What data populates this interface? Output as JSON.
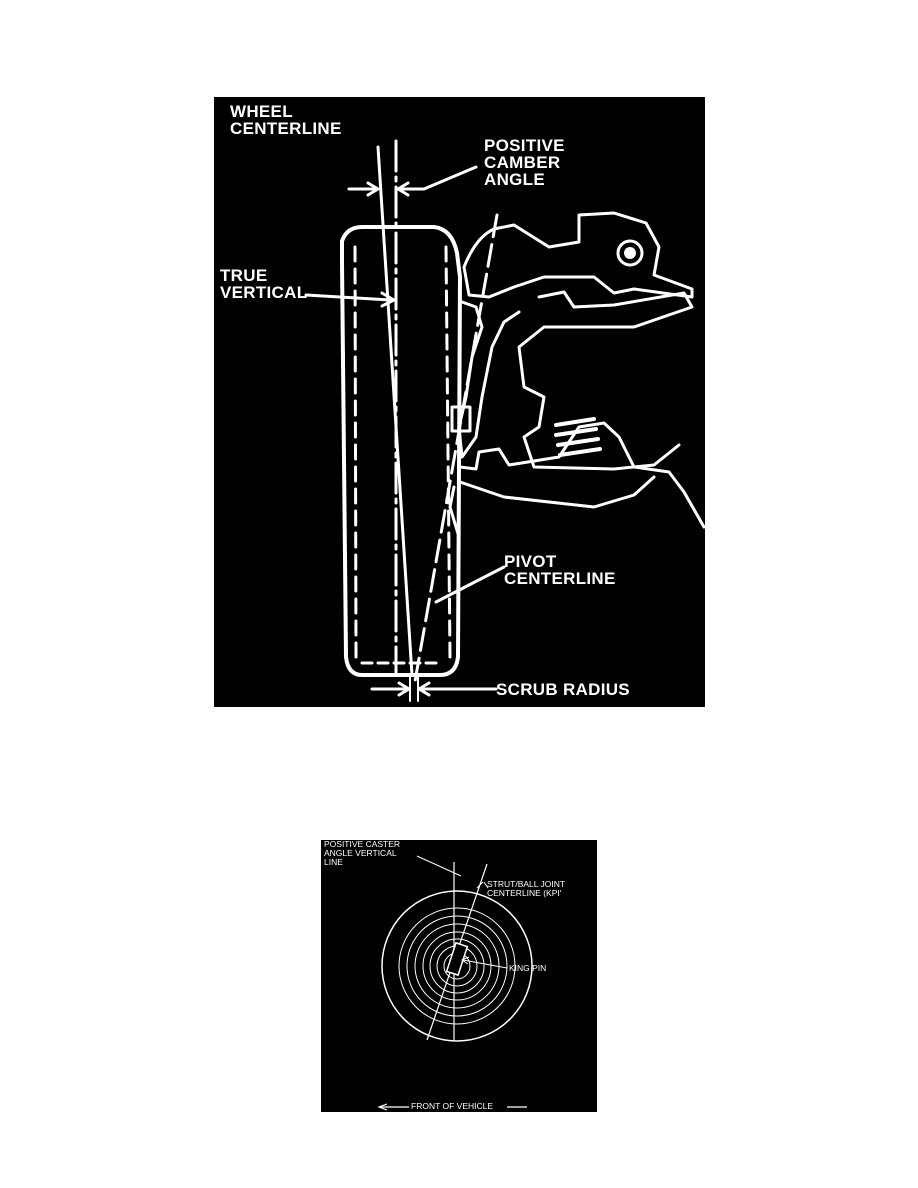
{
  "figure1": {
    "labels": {
      "wheel_centerline": "WHEEL\nCENTERLINE",
      "positive_camber": "POSITIVE\nCAMBER\nANGLE",
      "true_vertical": "TRUE\nVERTICAL",
      "pivot_centerline": "PIVOT\nCENTERLINE",
      "scrub_radius": "SCRUB RADIUS"
    }
  },
  "figure2": {
    "labels": {
      "caster_vertical": "POSITIVE CASTER\nANGLE VERTICAL\nLINE",
      "strut_centerline": "STRUT/BALL JOINT\nCENTERLINE (KPI'",
      "king_pin": "KING PIN",
      "front_of_vehicle": "FRONT OF VEHICLE"
    }
  },
  "colors": {
    "background": "#000000",
    "line": "#ffffff",
    "page": "#ffffff"
  }
}
